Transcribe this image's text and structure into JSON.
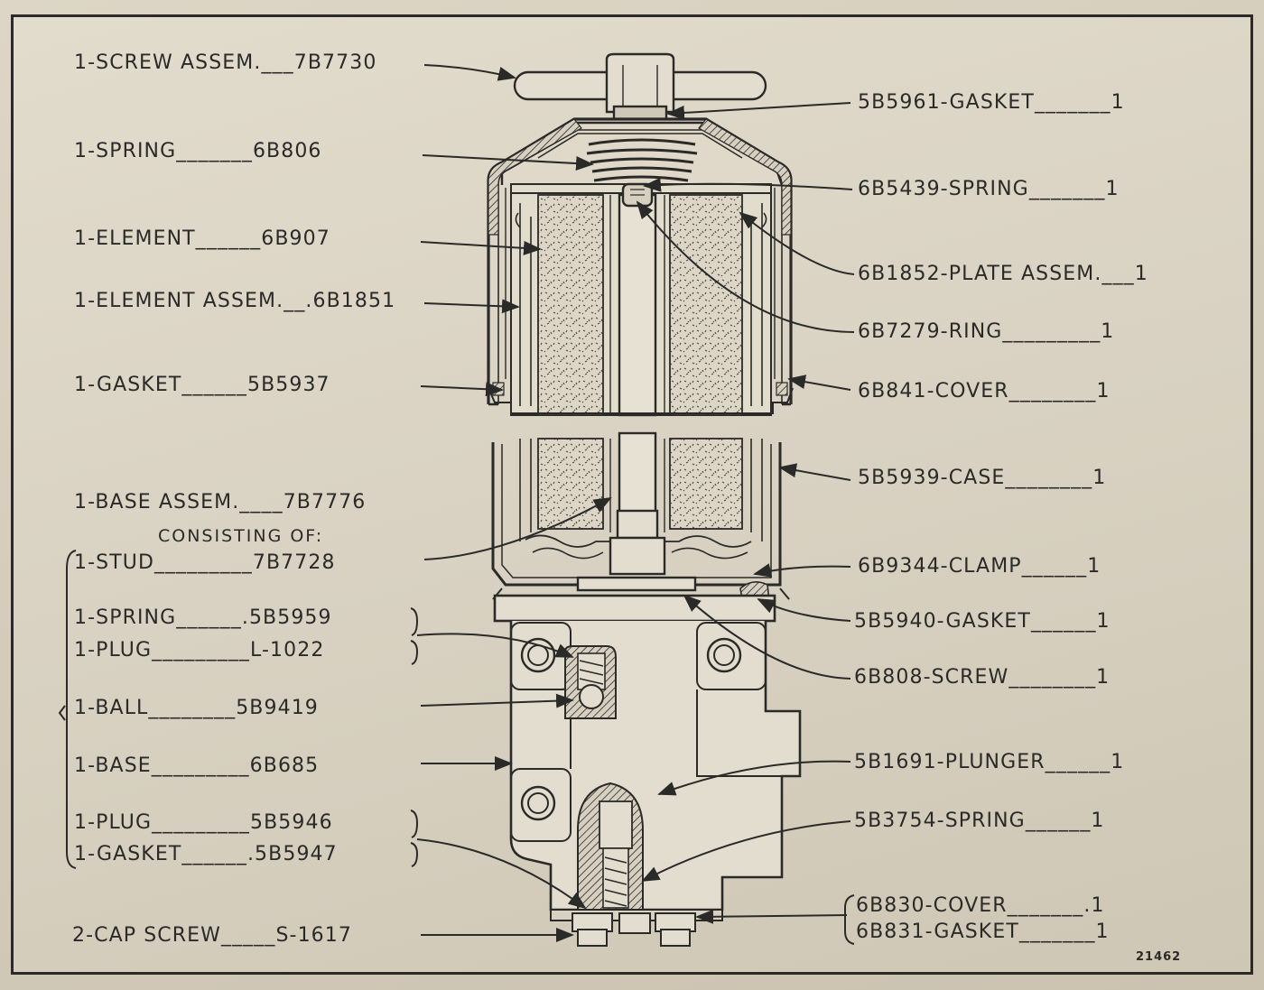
{
  "callouts_left": [
    {
      "id": "screw-assem",
      "text": "1-SCREW ASSEM.___7B7730"
    },
    {
      "id": "spring-top",
      "text": "1-SPRING_______6B806"
    },
    {
      "id": "element",
      "text": "1-ELEMENT______6B907"
    },
    {
      "id": "element-assem",
      "text": "1-ELEMENT ASSEM.__.6B1851"
    },
    {
      "id": "gasket-left",
      "text": "1-GASKET______5B5937"
    },
    {
      "id": "base-assem",
      "text": "1-BASE ASSEM.____7B7776"
    },
    {
      "id": "consisting-of",
      "text": "CONSISTING OF:"
    },
    {
      "id": "stud",
      "text": "1-STUD_________7B7728"
    },
    {
      "id": "spring-base",
      "text": "1-SPRING______.5B5959"
    },
    {
      "id": "plug-1",
      "text": "1-PLUG_________L-1022"
    },
    {
      "id": "ball",
      "text": "1-BALL________5B9419"
    },
    {
      "id": "base",
      "text": "1-BASE_________6B685"
    },
    {
      "id": "plug-2",
      "text": "1-PLUG_________5B5946"
    },
    {
      "id": "gasket-base",
      "text": "1-GASKET______.5B5947"
    },
    {
      "id": "cap-screw",
      "text": "2-CAP SCREW_____S-1617"
    }
  ],
  "callouts_right": [
    {
      "id": "gasket-top",
      "text": "5B5961-GASKET_______1"
    },
    {
      "id": "spring-6b5439",
      "text": "6B5439-SPRING_______1"
    },
    {
      "id": "plate-assem",
      "text": "6B1852-PLATE ASSEM.___1"
    },
    {
      "id": "ring",
      "text": "6B7279-RING_________1"
    },
    {
      "id": "cover",
      "text": "6B841-COVER________1"
    },
    {
      "id": "case",
      "text": "5B5939-CASE________1"
    },
    {
      "id": "clamp",
      "text": "6B9344-CLAMP______1"
    },
    {
      "id": "gasket-5b5940",
      "text": "5B5940-GASKET______1"
    },
    {
      "id": "screw-6b808",
      "text": "6B808-SCREW________1"
    },
    {
      "id": "plunger",
      "text": "5B1691-PLUNGER______1"
    },
    {
      "id": "spring-5b3754",
      "text": "5B3754-SPRING______1"
    },
    {
      "id": "cover-6b830",
      "text": "6B830-COVER_______.1"
    },
    {
      "id": "gasket-6b831",
      "text": "6B831-GASKET_______1"
    }
  ],
  "figure_number": "21462",
  "colors": {
    "ink": "#2a2a28",
    "paper": "#dcd5c5",
    "filter_media": "#b9b1a0"
  }
}
